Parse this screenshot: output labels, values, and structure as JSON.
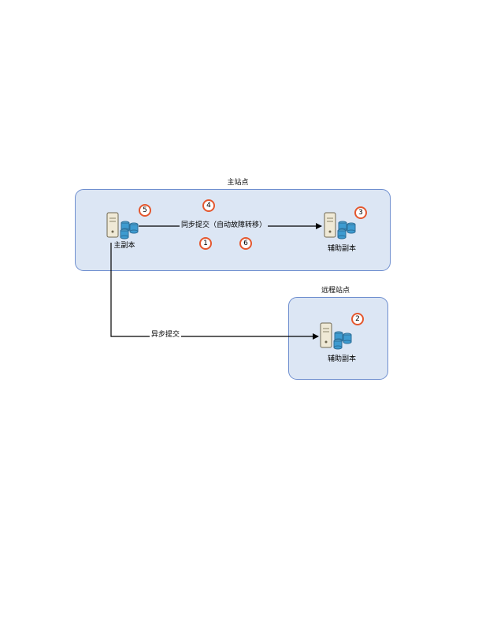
{
  "sites": {
    "primary_title": "主站点",
    "remote_title": "远程站点"
  },
  "nodes": {
    "primary_replica": "主副本",
    "secondary_replica_main": "辅助副本",
    "secondary_replica_remote": "辅助副本"
  },
  "edges": {
    "sync_commit": "同步提交（自动故障转移）",
    "async_commit": "异步提交"
  },
  "badges": {
    "b1": "1",
    "b2": "2",
    "b3": "3",
    "b4": "4",
    "b5": "5",
    "b6": "6"
  },
  "colors": {
    "site_fill": "#dce6f4",
    "site_border": "#6f8fcf",
    "badge_border": "#e4572e"
  }
}
